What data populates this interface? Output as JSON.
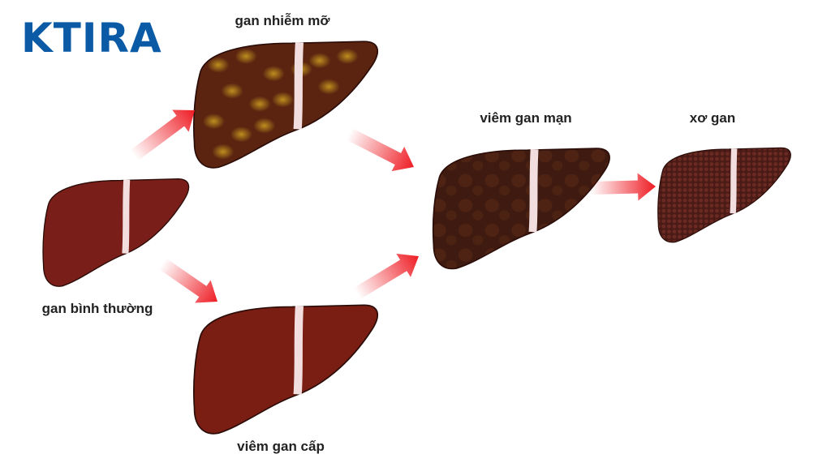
{
  "logo": "KTIRA",
  "stages": {
    "normal": "gan bình thường",
    "fatty": "gan nhiễm mỡ",
    "acute": "viêm gan cấp",
    "chronic": "viêm gan mạn",
    "cirrhosis": "xơ gan"
  },
  "colors": {
    "logo": "#0b5aa5",
    "arrow": "#ee1c24",
    "normal": "#7a1e1a",
    "fatty": "#5a2410",
    "acute": "#7a1d12",
    "chronic": "#3e1a10",
    "cirrhosis": "#4a1a16"
  }
}
